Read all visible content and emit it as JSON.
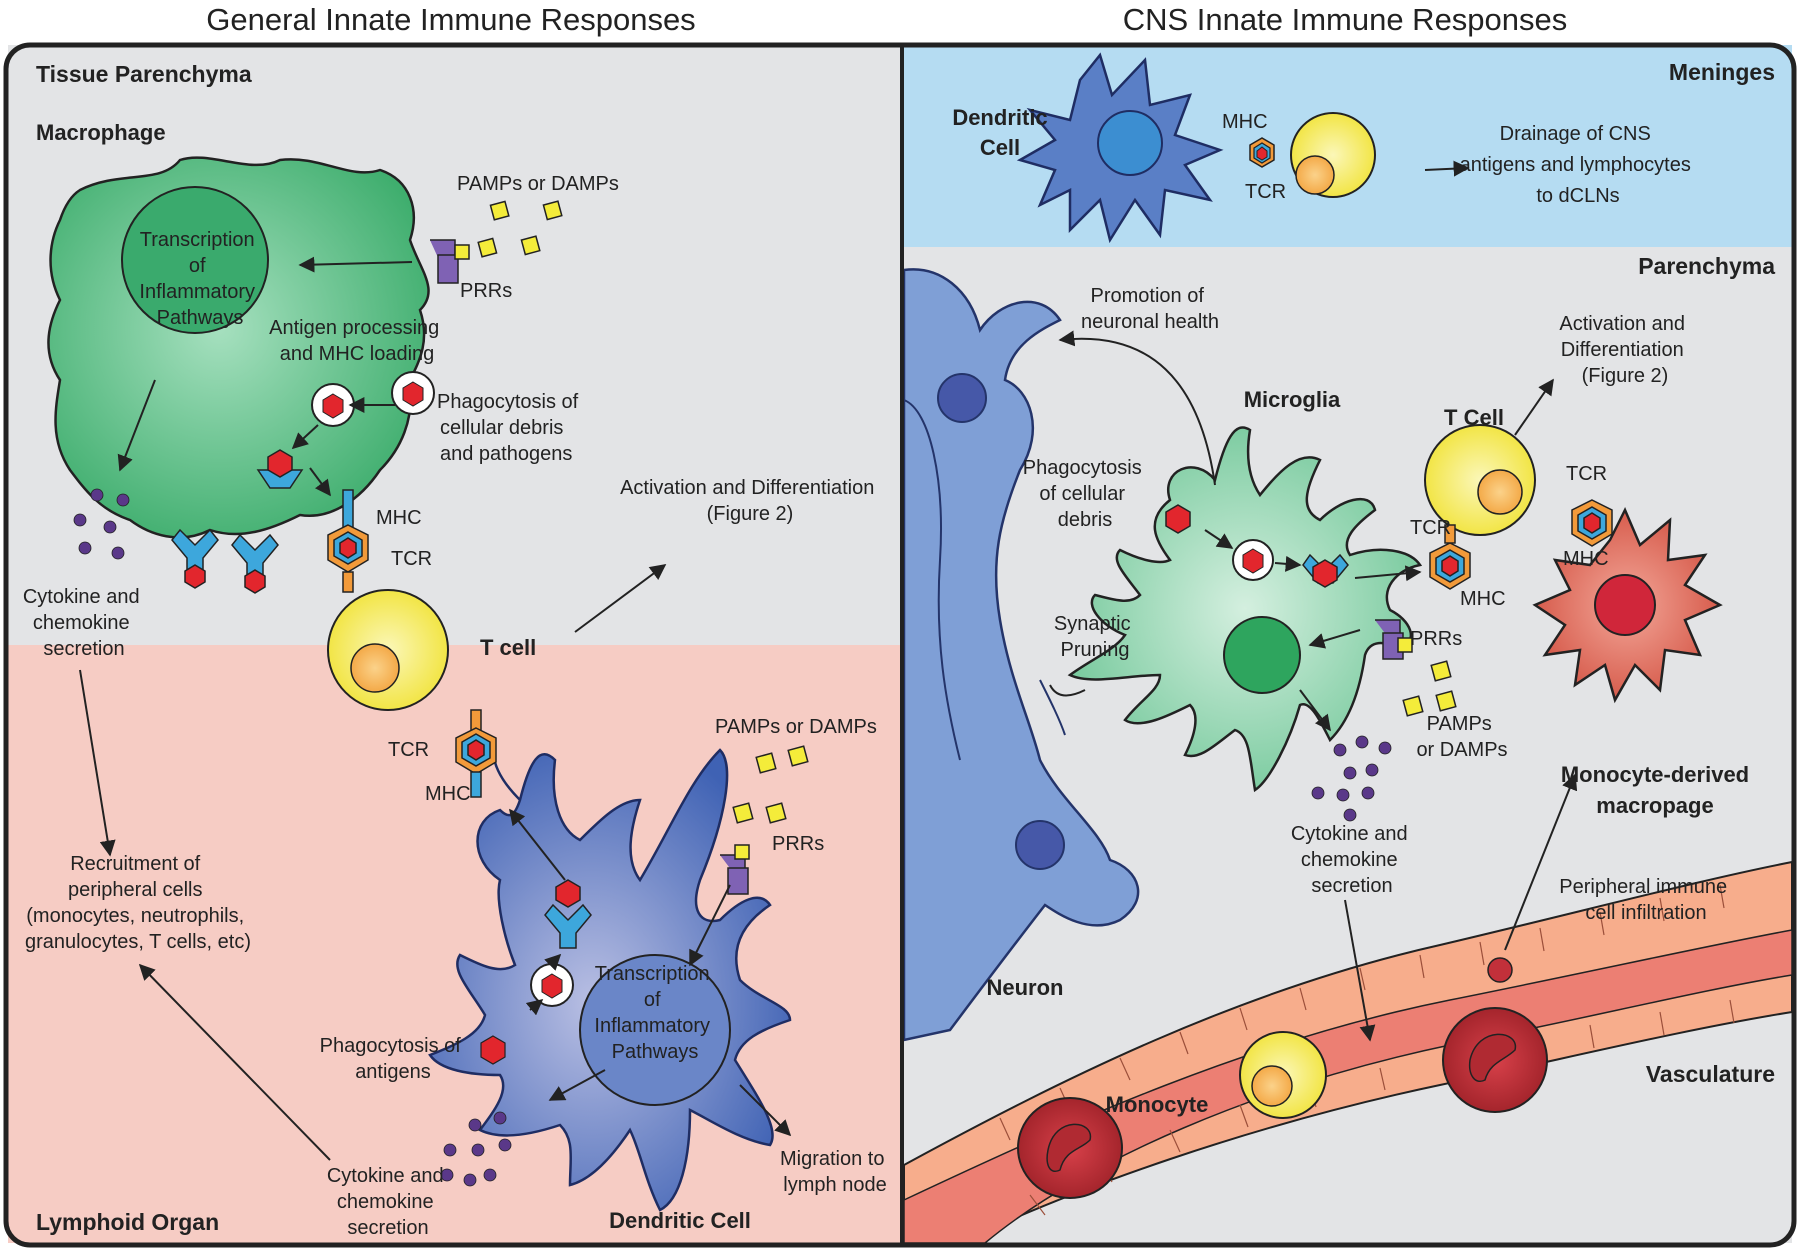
{
  "headers": {
    "left": "General Innate Immune Responses",
    "right": "CNS Innate Immune Responses"
  },
  "regions": {
    "tissue_parenchyma": "Tissue Parenchyma",
    "lymphoid_organ": "Lymphoid Organ",
    "meninges": "Meninges",
    "parenchyma": "Parenchyma",
    "vasculature": "Vasculature"
  },
  "cells": {
    "macrophage": "Macrophage",
    "t_cell_left": "T cell",
    "dendritic_cell_left": "Dendritic Cell",
    "dendritic_cell_right_line1": "Dendritic",
    "dendritic_cell_right_line2": "Cell",
    "microglia": "Microglia",
    "t_cell_right": "T Cell",
    "neuron": "Neuron",
    "monocyte": "Monocyte",
    "mdm_line1": "Monocyte-derived",
    "mdm_line2": "macropage"
  },
  "labels": {
    "pamps_1": "PAMPs or DAMPs",
    "prrs_1": "PRRs",
    "transcription_1": [
      "Transcription",
      "of",
      "Inflammatory",
      "Pathways"
    ],
    "antigen_processing": [
      "Antigen processing",
      "and MHC loading"
    ],
    "phago_macrophage": [
      "Phagocytosis of",
      "cellular debris",
      "and pathogens"
    ],
    "mhc_1": "MHC",
    "tcr_1": "TCR",
    "cytokine_1": [
      "Cytokine and",
      "chemokine",
      "secretion"
    ],
    "activation_1": [
      "Activation and Differentiation",
      "(Figure 2)"
    ],
    "tcr_2": "TCR",
    "mhc_2": "MHC",
    "pamps_2": "PAMPs or DAMPs",
    "prrs_2": "PRRs",
    "recruitment": [
      "Recruitment of",
      "peripheral cells",
      "(monocytes, neutrophils,",
      "granulocytes, T cells, etc)"
    ],
    "transcription_2": [
      "Transcription",
      "of",
      "Inflammatory",
      "Pathways"
    ],
    "phago_antigens": [
      "Phagocytosis of",
      "antigens"
    ],
    "cytokine_2": [
      "Cytokine and",
      "chemokine",
      "secretion"
    ],
    "migration": [
      "Migration to",
      "lymph node"
    ],
    "mhc_3": "MHC",
    "tcr_3": "TCR",
    "drainage": [
      "Drainage of CNS",
      "antigens and lymphocytes",
      "to dCLNs"
    ],
    "promotion": [
      "Promotion of",
      "neuronal health"
    ],
    "activation_2": [
      "Activation and",
      "Differentiation",
      "(Figure 2)"
    ],
    "phago_microglia": [
      "Phagocytosis",
      "of cellular",
      "debris"
    ],
    "tcr_4": "TCR",
    "mhc_4": "MHC",
    "tcr_5": "TCR",
    "mhc_5": "MHC",
    "synaptic": [
      "Synaptic",
      "Pruning"
    ],
    "prrs_3": "PRRs",
    "pamps_3": [
      "PAMPs",
      "or DAMPs"
    ],
    "cytokine_3": [
      "Cytokine and",
      "chemokine",
      "secretion"
    ],
    "peripheral_infiltration": [
      "Peripheral immune",
      "cell infiltration"
    ]
  },
  "colors": {
    "tissue_bg": "#e3e4e6",
    "lymphoid_bg": "#f6ccc4",
    "meninges_bg": "#b5dcf2",
    "macrophage": "#5cbf8a",
    "dendritic": "#5678c3",
    "tcell": "#f4ec5a",
    "microglia": "#8ed2ac",
    "neuron": "#7f9fd6",
    "mdm": "#d95b4a",
    "vessel": "#ec7f73",
    "endothelium": "#f7ad8c",
    "antigen": "#e2262d",
    "pamp": "#f4ec3a",
    "cytokine": "#5a3889"
  }
}
